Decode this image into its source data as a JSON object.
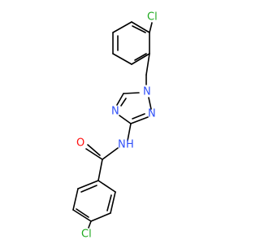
{
  "structure": {
    "atom_labels": {
      "chlorine_top": "Cl",
      "ring_n1": "N",
      "ring_n4": "N",
      "ring_n2": "N",
      "amide_nh": "N",
      "amide_nh_h": "H",
      "carbonyl_o": "O",
      "chlorine_bottom": "Cl"
    },
    "colors": {
      "bond": "#000000",
      "nitrogen": "#3050F8",
      "oxygen": "#FF0D0D",
      "chlorine": "#1FAA1F"
    }
  }
}
